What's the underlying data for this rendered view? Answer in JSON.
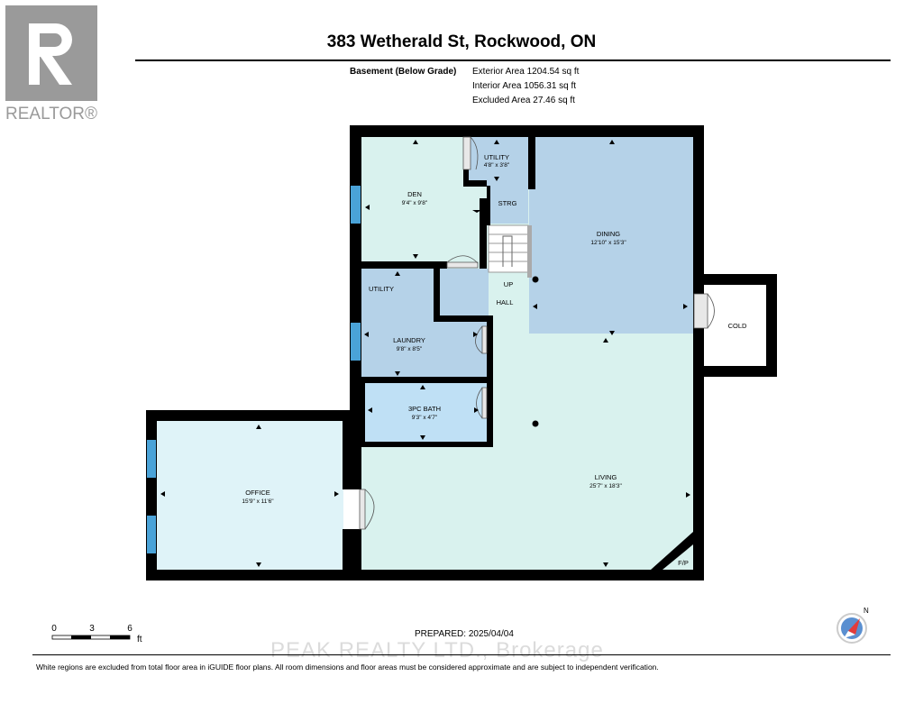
{
  "header": {
    "title": "383 Wetherald St, Rockwood, ON",
    "level": "Basement (Below Grade)",
    "exterior_area": "Exterior Area 1204.54 sq ft",
    "interior_area": "Interior Area 1056.31 sq ft",
    "excluded_area": "Excluded Area 27.46 sq ft"
  },
  "logo": {
    "text": "REALTOR®"
  },
  "rooms": {
    "den": {
      "name": "DEN",
      "dims": "9'4\" x 9'8\""
    },
    "utility_top": {
      "name": "UTILITY",
      "dims": "4'8\" x 3'8\""
    },
    "strg": {
      "name": "STRG"
    },
    "dining": {
      "name": "DINING",
      "dims": "12'10\" x 15'3\""
    },
    "up": {
      "name": "UP"
    },
    "hall": {
      "name": "HALL"
    },
    "utility": {
      "name": "UTILITY"
    },
    "laundry": {
      "name": "LAUNDRY",
      "dims": "9'8\" x 8'5\""
    },
    "cold": {
      "name": "COLD"
    },
    "bath": {
      "name": "3PC BATH",
      "dims": "9'3\" x 4'7\""
    },
    "office": {
      "name": "OFFICE",
      "dims": "15'9\" x 11'6\""
    },
    "living": {
      "name": "LIVING",
      "dims": "25'7\" x 18'3\""
    },
    "fp": {
      "name": "F/P"
    }
  },
  "scale": {
    "ticks": [
      "0",
      "3",
      "6"
    ],
    "unit": "ft"
  },
  "compass": {
    "label": "N"
  },
  "footer": {
    "prepared": "PREPARED: 2025/04/04",
    "watermark": "PEAK REALTY LTD., Brokerage",
    "disclaimer": "White regions are excluded from total floor area in iGUIDE floor plans. All room dimensions and floor areas must be considered approximate and are subject to independent verification."
  },
  "colors": {
    "mint": "#d9f2ee",
    "blue": "#b5d2e8",
    "bath": "#bfe0f5",
    "office": "#dff3f8",
    "window": "#4aa3d8",
    "wall": "#000000"
  }
}
